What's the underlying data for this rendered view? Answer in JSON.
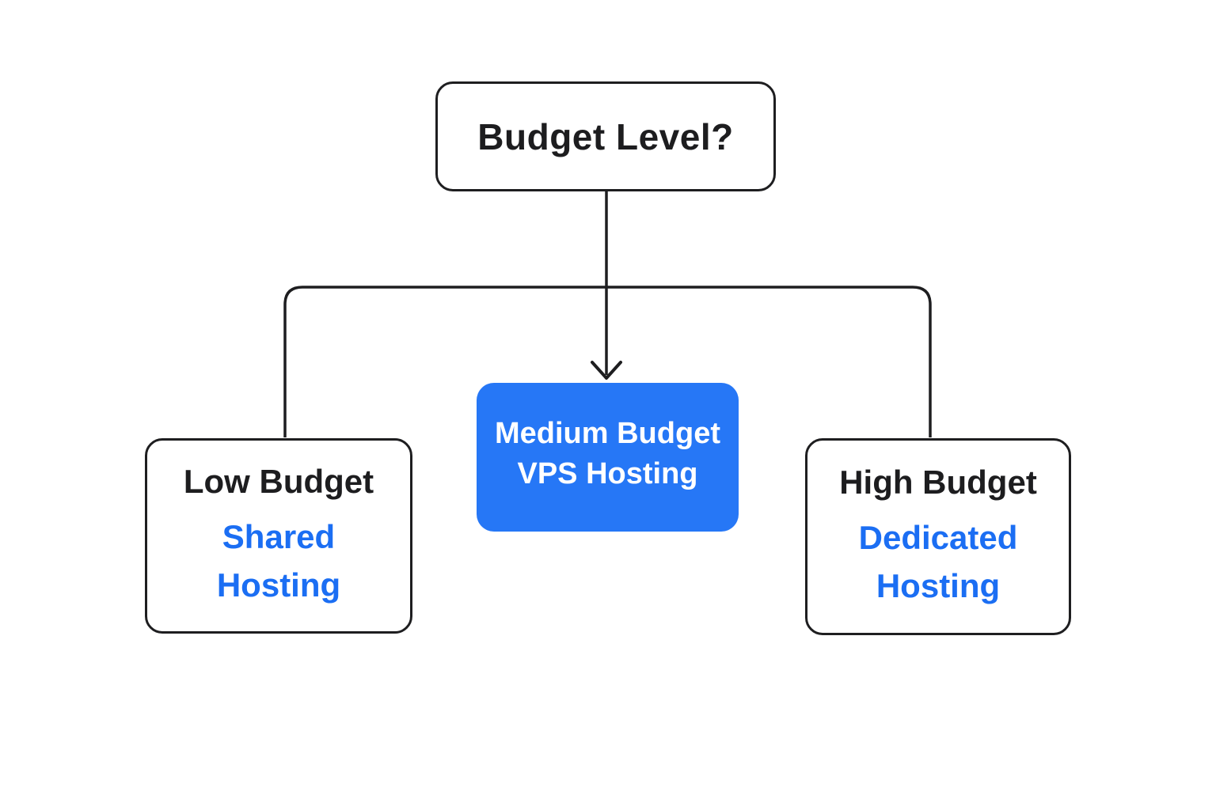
{
  "diagram": {
    "type": "flowchart-decision-tree",
    "root": {
      "label": "Budget Level?"
    },
    "branches": [
      {
        "id": "low",
        "title": "Low Budget",
        "subtitle": "Shared Hosting",
        "highlighted": false
      },
      {
        "id": "medium",
        "title": "Medium Budget",
        "subtitle": "VPS Hosting",
        "highlighted": true
      },
      {
        "id": "high",
        "title": "High Budget",
        "subtitle": "Dedicated Hosting",
        "highlighted": false
      }
    ],
    "edges": [
      {
        "from": "root",
        "to": "medium",
        "style": "arrow"
      },
      {
        "from": "root",
        "to": "low",
        "style": "line"
      },
      {
        "from": "root",
        "to": "high",
        "style": "line"
      }
    ],
    "colors": {
      "accent_blue": "#2677f6",
      "link_blue": "#1b6ef3",
      "line_black": "#1e1e20",
      "text_dark": "#1d1d1f",
      "node_background": "#ffffff",
      "canvas_background": "#ffffff"
    }
  }
}
